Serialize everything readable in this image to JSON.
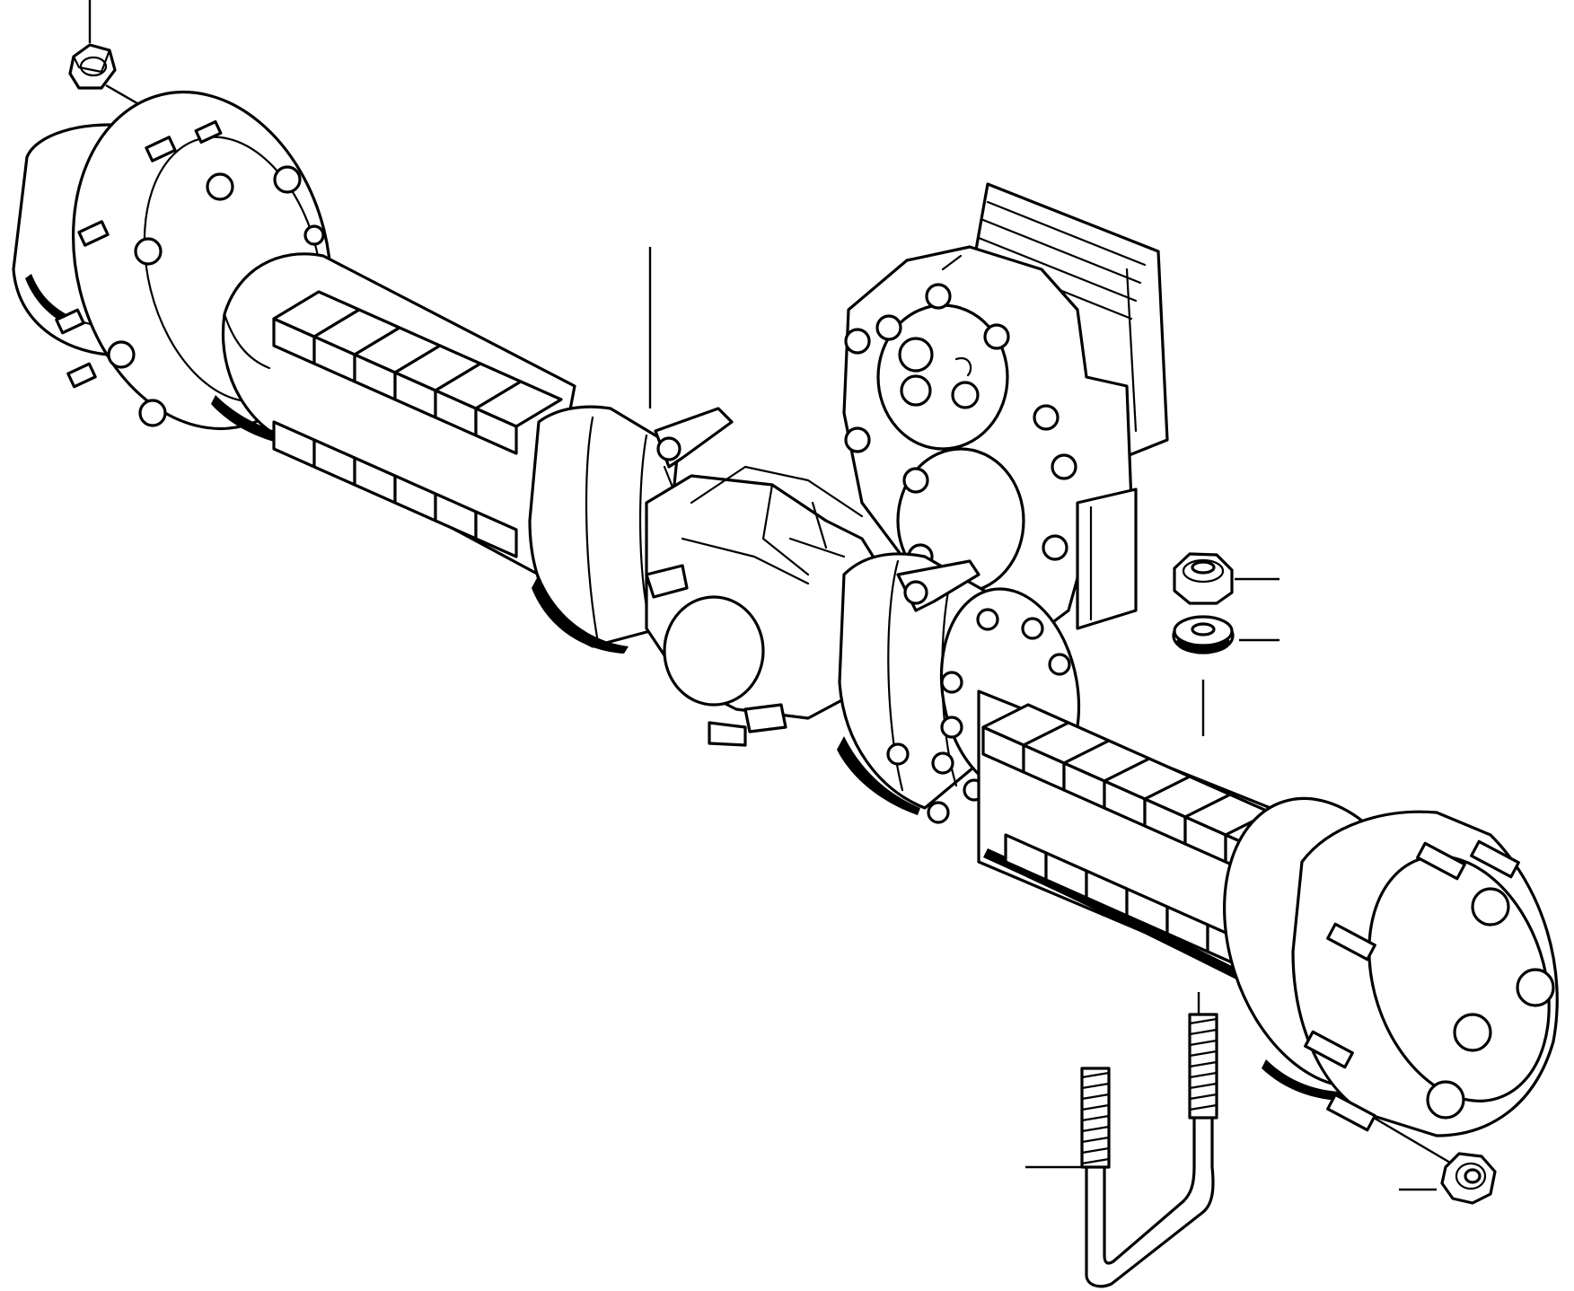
{
  "figure": {
    "subject": "axle-assembly",
    "parts": [
      {
        "name": "axle-nut",
        "callout": "leader-top-left"
      },
      {
        "name": "axle-housing",
        "callout": "leader-center"
      },
      {
        "name": "axle-nut",
        "callout": "leader-right-nut"
      },
      {
        "name": "washer",
        "callout": "leader-right-washer"
      },
      {
        "name": "u-bolt",
        "callout": "leader-u-bolt-left"
      },
      {
        "name": "u-bolt",
        "callout": "leader-u-bolt-right"
      },
      {
        "name": "wheel-nut",
        "callout": "leader-bottom-right"
      }
    ],
    "line_color": "#000000",
    "background_color": "#ffffff"
  }
}
